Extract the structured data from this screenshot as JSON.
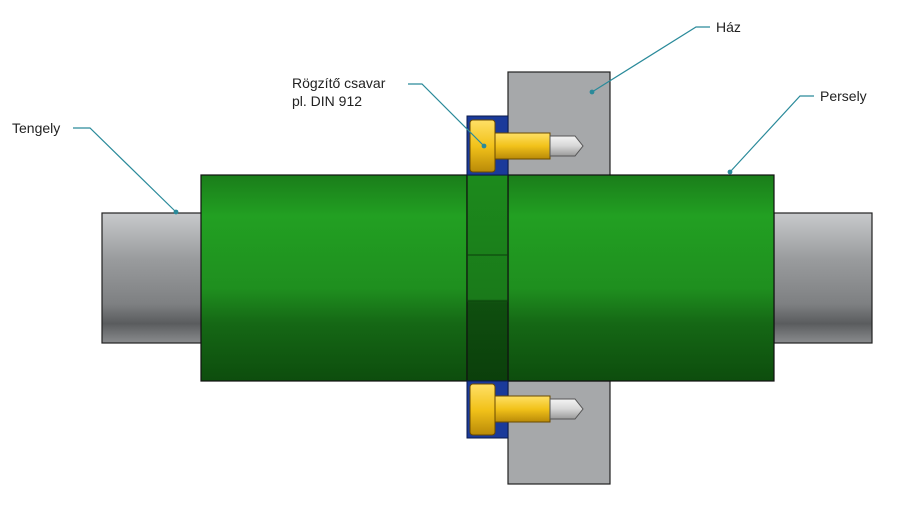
{
  "labels": {
    "shaft": "Tengely",
    "screw_line1": "Rögzítő csavar",
    "screw_line2": "pl. DIN 912",
    "housing": "Ház",
    "bushing": "Persely"
  },
  "colors": {
    "bushing_green": "#1f8f1f",
    "shaft_grey": "#9a9c9e",
    "housing_grey": "#a6a8aa",
    "screw_yellow": "#f2c21a",
    "washer_blue": "#1a3a9a",
    "leader_teal": "#2a8a9a"
  }
}
